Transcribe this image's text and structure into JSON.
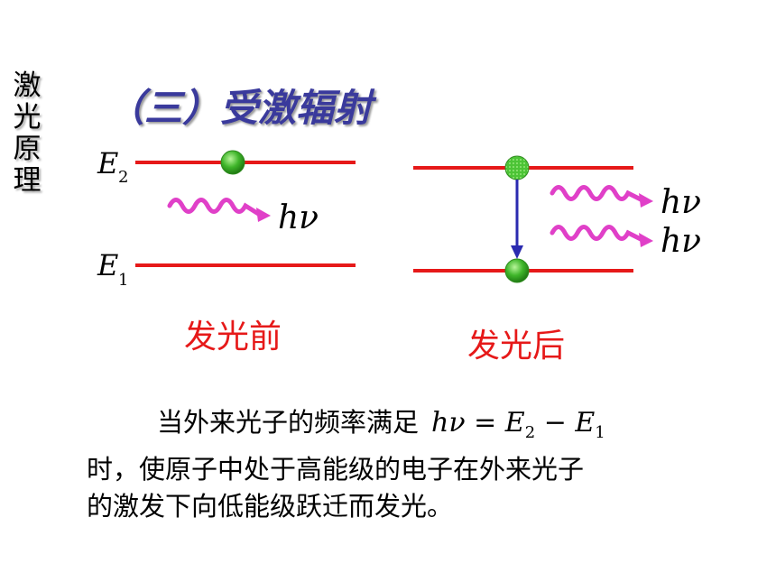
{
  "sidebar": {
    "chars": [
      "激",
      "光",
      "原",
      "理"
    ]
  },
  "title": "（三）受激辐射",
  "diagram": {
    "level_upper": "E",
    "level_upper_sub": "2",
    "level_lower": "E",
    "level_lower_sub": "1",
    "photon_label": "hν",
    "caption_before": "发光前",
    "caption_after": "发光后",
    "colors": {
      "level_line": "#e61919",
      "atom": "#3fb52a",
      "photon": "#e040c8",
      "transition_arrow": "#2a2ab0"
    }
  },
  "paragraph": {
    "line1": "当外来光子的频率满足",
    "formula": {
      "lhs": "hν",
      "eq": " = ",
      "E": "E",
      "sub2": "2",
      "minus": " − ",
      "sub1": "1"
    },
    "line2": "时，使原子中处于高能级的电子在外来光子",
    "line3": "的激发下向低能级跃迁而发光。"
  }
}
